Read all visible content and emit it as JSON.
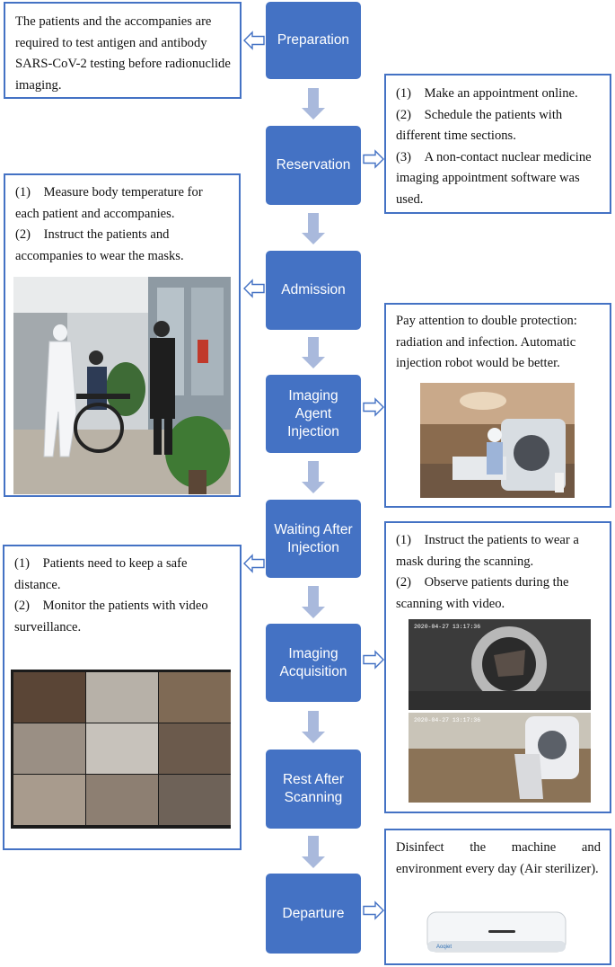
{
  "steps": [
    {
      "label": "Preparation"
    },
    {
      "label": "Reservation"
    },
    {
      "label": "Admission"
    },
    {
      "label": "Imaging Agent Injection"
    },
    {
      "label": "Waiting After Injection"
    },
    {
      "label": "Imaging Acquisition"
    },
    {
      "label": "Rest After Scanning"
    },
    {
      "label": "Departure"
    }
  ],
  "notes": {
    "preparation": {
      "text": "The patients and the accompanies are required to test antigen and antibody SARS-CoV-2 testing before radionuclide imaging."
    },
    "reservation": {
      "items": [
        "(1) Make an appointment online.",
        "(2) Schedule the patients with different time sections.",
        "(3) A non-contact nuclear medicine imaging appointment software was used."
      ]
    },
    "admission": {
      "items": [
        "(1) Measure body temperature for each patient and accompanies.",
        "(2) Instruct the patients and accompanies to wear the masks."
      ]
    },
    "injection": {
      "text": "Pay attention to double protection: radiation and infection. Automatic injection robot would be better."
    },
    "waiting": {
      "items": [
        "(1) Patients need to keep a safe distance.",
        "(2) Monitor the patients with video surveillance."
      ]
    },
    "acquisition": {
      "items": [
        "(1) Instruct the patients to wear a mask during the scanning.",
        "(2) Observe patients during the scanning with video."
      ],
      "timestamp_top": "2020-04-27 13:17:36",
      "timestamp_bottom": "2020-04-27 13:17:36"
    },
    "departure": {
      "text": "Disinfect the machine and environment every day (Air sterilizer).",
      "brand": "Aoqiet"
    }
  },
  "colors": {
    "step_fill": "#4472c4",
    "box_border": "#4472c4",
    "down_arrow": "#a9b9dc",
    "side_arrow": "#4472c4"
  }
}
